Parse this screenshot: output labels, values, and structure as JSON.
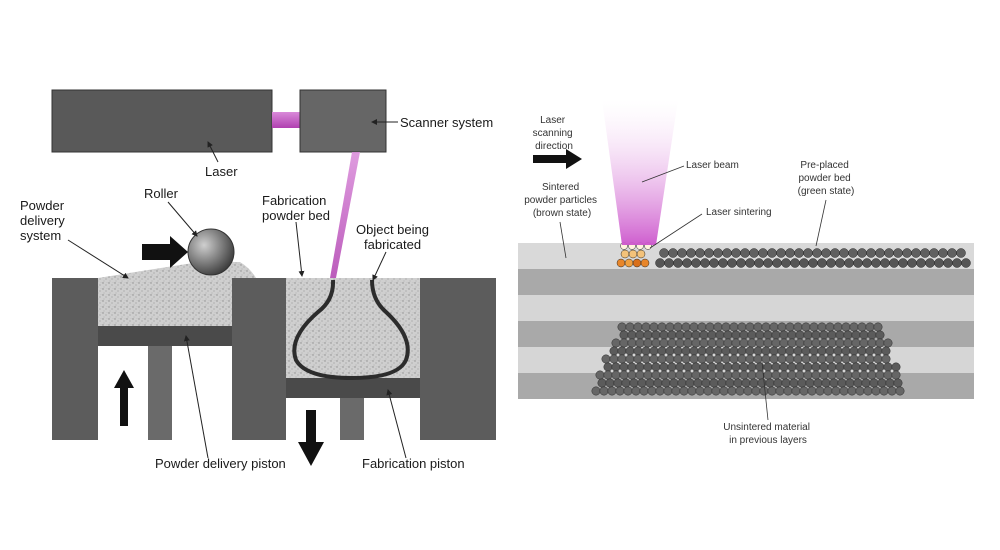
{
  "left_diagram": {
    "labels": {
      "laser": "Laser",
      "scanner_system": "Scanner system",
      "roller": "Roller",
      "powder_delivery_system": [
        "Powder",
        "delivery",
        "system"
      ],
      "fabrication_powder_bed": [
        "Fabrication",
        "powder bed"
      ],
      "object_being_fabricated": [
        "Object being",
        "fabricated"
      ],
      "powder_delivery_piston": "Powder delivery piston",
      "fabrication_piston": "Fabrication piston"
    }
  },
  "right_diagram": {
    "labels": {
      "laser_scanning_direction": [
        "Laser",
        "scanning",
        "direction"
      ],
      "laser_beam": "Laser beam",
      "pre_placed_powder_bed": [
        "Pre-placed",
        "powder bed",
        "(green state)"
      ],
      "sintered_powder_particles": [
        "Sintered",
        "powder particles",
        "(brown state)"
      ],
      "laser_sintering": "Laser sintering",
      "unsintered_material": [
        "Unsintered material",
        "in previous layers"
      ]
    }
  },
  "colors": {
    "machine_gray": "#5a5a5a",
    "powder": "#c8c8c8",
    "laser_magenta": "#cc66cc",
    "sintered_orange": "#e8862a",
    "layer_light": "#d6d6d6",
    "layer_mid": "#a8a8a8"
  }
}
